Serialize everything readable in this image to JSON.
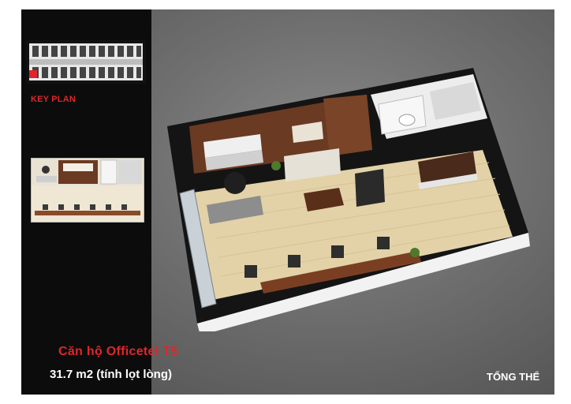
{
  "key_plan": {
    "label": "KEY PLAN"
  },
  "apartment": {
    "title": "Căn hộ Officetel T5",
    "area": "31.7 m2 (tính lọt lòng)"
  },
  "view": {
    "label": "TỔNG THỂ"
  },
  "colors": {
    "accent_red": "#e0262a",
    "panel_black": "#0c0c0c",
    "background_gray": "#6e6e6e",
    "floor_wood": "#e3d2a8",
    "wall_brown": "#6b3a22"
  }
}
